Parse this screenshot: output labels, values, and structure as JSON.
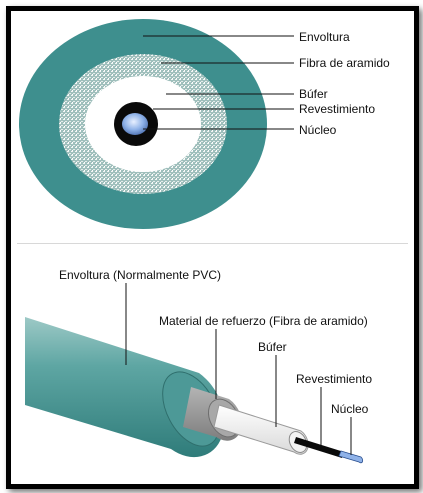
{
  "cross_section": {
    "labels": {
      "jacket": "Envoltura",
      "aramid": "Fibra de aramido",
      "buffer": "Búfer",
      "cladding": "Revestimiento",
      "core": "Núcleo"
    }
  },
  "longitudinal": {
    "labels": {
      "jacket": "Envoltura (Normalmente PVC)",
      "strength": "Material de refuerzo (Fibra de aramido)",
      "buffer": "Búfer",
      "cladding": "Revestimiento",
      "core": "Núcleo"
    }
  },
  "colors": {
    "jacket": "#3e8f8e",
    "aramid": "#c9d9d6",
    "buffer": "#ffffff",
    "cladding": "#0a0a0a",
    "core": "#8fb2e8",
    "strength_band": "#8d8d8d"
  }
}
